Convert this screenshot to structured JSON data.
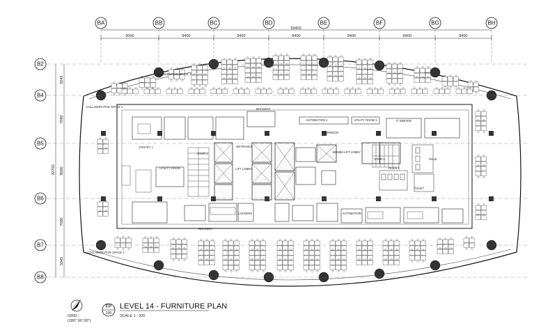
{
  "plan": {
    "title": "LEVEL 14 - FURNITURE PLAN",
    "scale": "SCALE 1 : 200",
    "sheet_code": "FP",
    "sheet_number": "106",
    "north_label": "GRID",
    "north_note": "(180° 90' 00\")",
    "total_dimension": "59400",
    "column_grids": [
      "BA",
      "BB",
      "BC",
      "BD",
      "BE",
      "BF",
      "BG",
      "BH"
    ],
    "column_spacings": [
      "9000",
      "8400",
      "8400",
      "8400",
      "8400",
      "8400",
      "8400"
    ],
    "row_grids": [
      "B2",
      "B4",
      "B5",
      "B6",
      "B7",
      "B8"
    ],
    "row_spacings": [
      "5045",
      "7080",
      "8000",
      "7080",
      "5045"
    ],
    "row_total": "32750"
  },
  "rooms": [
    {
      "key": "corridor_n",
      "label": "CORRIDOR"
    },
    {
      "key": "lift_lobby",
      "label": "LIFT LOBBY"
    },
    {
      "key": "stair1",
      "label": "STAIR 1"
    },
    {
      "key": "stair2",
      "label": "STAIR 2"
    },
    {
      "key": "entrance",
      "label": "ENTRANCE"
    },
    {
      "key": "walkway_n",
      "label": "WALKWAY"
    },
    {
      "key": "walkway_s",
      "label": "WALKWAY"
    },
    {
      "key": "female",
      "label": "FEMALE"
    },
    {
      "key": "male",
      "label": "MALE"
    },
    {
      "key": "toilet",
      "label": "TOILET"
    },
    {
      "key": "it_server",
      "label": "IT SERVER"
    },
    {
      "key": "utility3",
      "label": "UTILITY ROOM 3"
    },
    {
      "key": "automation1",
      "label": "AUTOMATION 1"
    },
    {
      "key": "automation",
      "label": "AUTOMATION"
    },
    {
      "key": "bomba",
      "label": "BOMBA LIFT LOBBY"
    },
    {
      "key": "lockers",
      "label": "LOCKERS"
    },
    {
      "key": "collab1",
      "label": "COLLABORATIVE SPACE 1"
    },
    {
      "key": "collab2",
      "label": "COLLABORATIVE SPACE 2"
    },
    {
      "key": "collab3",
      "label": "COLLABORATIVE SPACE 3"
    },
    {
      "key": "pantry1",
      "label": "PANTRY 1"
    },
    {
      "key": "utility_room",
      "label": "UTILITY ROOM"
    }
  ]
}
